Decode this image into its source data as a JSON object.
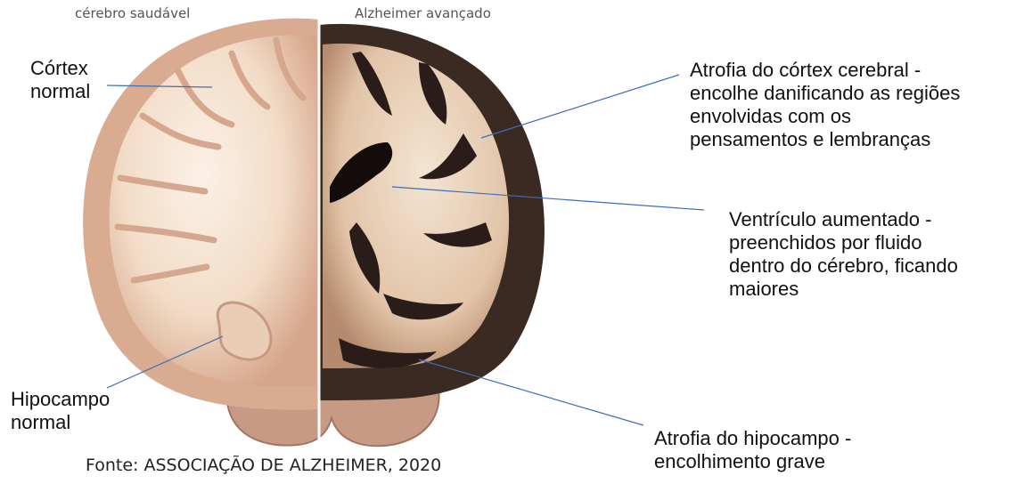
{
  "headers": {
    "healthy": "cérebro saudável",
    "advanced": "Alzheimer avançado"
  },
  "labels": {
    "cortex_normal": [
      "Córtex",
      "normal"
    ],
    "hippocampus_normal": [
      "Hipocampo",
      "normal"
    ],
    "cortex_atrophy": [
      "Atrofia do córtex cerebral -",
      "encolhe danificando as regiões",
      "envolvidas com os",
      "pensamentos e lembranças"
    ],
    "ventricle": [
      "Ventrículo aumentado -",
      "preenchidos por fluido",
      "dentro do cérebro, ficando",
      "maiores"
    ],
    "hippocampus_atrophy": [
      "Atrofia do hipocampo -",
      "encolhimento grave"
    ]
  },
  "source": "Fonte: ASSOCIAÇÃO DE ALZHEIMER, 2020",
  "colors": {
    "healthy_tissue": "#f6e6d6",
    "healthy_gray_matter": "#d9ab91",
    "diseased_tissue": "#efdcc6",
    "diseased_dark": "#2a1d19",
    "leader_line": "#3b6fb6",
    "divider": "#ffffff"
  }
}
